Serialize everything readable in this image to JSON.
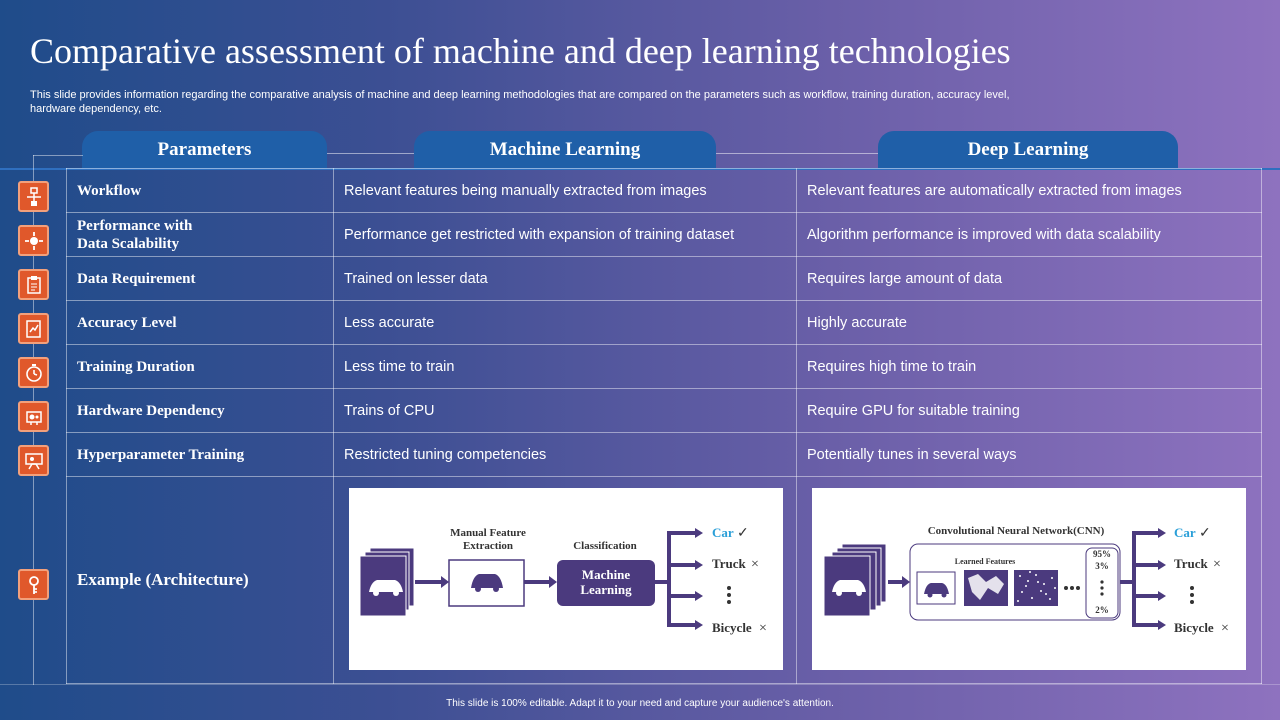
{
  "header": {
    "title": "Comparative assessment of machine and deep learning technologies",
    "subtitle": "This slide provides information regarding the comparative analysis of machine and deep learning methodologies that are compared on the parameters such as workflow, training duration, accuracy level, hardware dependency, etc."
  },
  "columns": {
    "parameters": "Parameters",
    "machine_learning": "Machine Learning",
    "deep_learning": "Deep Learning"
  },
  "rows": [
    {
      "param_line1": "Workflow",
      "param_line2": "",
      "ml": "Relevant features being manually extracted from images",
      "dl": "Relevant features are automatically extracted from images",
      "icon": "workflow-icon"
    },
    {
      "param_line1": "Performance with",
      "param_line2": "Data Scalability",
      "ml": "Performance get restricted with expansion of training dataset",
      "dl": "Algorithm performance is improved with data scalability",
      "icon": "scalability-icon"
    },
    {
      "param_line1": "Data Requirement",
      "param_line2": "",
      "ml": "Trained on lesser data",
      "dl": "Requires large amount of data",
      "icon": "clipboard-icon"
    },
    {
      "param_line1": "Accuracy Level",
      "param_line2": "",
      "ml": "Less accurate",
      "dl": "Highly accurate",
      "icon": "report-icon"
    },
    {
      "param_line1": "Training Duration",
      "param_line2": "",
      "ml": "Less time to train",
      "dl": "Requires high time to train",
      "icon": "stopwatch-icon"
    },
    {
      "param_line1": "Hardware Dependency",
      "param_line2": "",
      "ml": "Trains of CPU",
      "dl": "Require GPU for suitable training",
      "icon": "hardware-icon"
    },
    {
      "param_line1": "Hyperparameter Training",
      "param_line2": "",
      "ml": "Restricted tuning competencies",
      "dl": "Potentially tunes in several ways",
      "icon": "presentation-icon"
    }
  ],
  "example": {
    "label": "Example (Architecture)",
    "icon": "key-icon",
    "ml_diagram": {
      "manual_feature_1": "Manual Feature",
      "manual_feature_2": "Extraction",
      "classification": "Classification",
      "ml_box_1": "Machine",
      "ml_box_2": "Learning",
      "out_car": "Car",
      "out_truck": "Truck",
      "out_bicycle": "Bicycle",
      "check": "✓",
      "cross": "×"
    },
    "dl_diagram": {
      "cnn_title": "Convolutional Neural Network(CNN)",
      "learned_features": "Learned Features",
      "pct_95": "95%",
      "pct_3": "3%",
      "pct_2": "2%",
      "out_car": "Car",
      "out_truck": "Truck",
      "out_bicycle": "Bicycle",
      "check": "✓",
      "cross": "×"
    }
  },
  "footer": "This slide is 100% editable. Adapt it to your need and capture your audience's attention.",
  "colors": {
    "accent_orange": "#e0582b",
    "tab_blue": "#1f5fa8",
    "diagram_purple": "#4b3a7e",
    "car_label_blue": "#2a9fd8"
  }
}
